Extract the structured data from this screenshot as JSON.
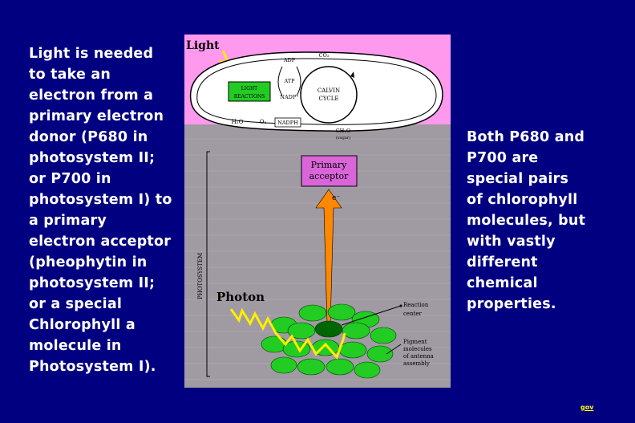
{
  "left_text": [
    "Light is needed",
    "to take an",
    "electron from a",
    "primary electron",
    "donor (P680 in",
    "photosystem II;",
    "or P700 in",
    "photosystem I) to",
    "a primary",
    "electron acceptor",
    "(pheophytin in",
    "photosystem II;",
    "or a special",
    "Chlorophyll a",
    "molecule in",
    "Photosystem I)."
  ],
  "right_text": [
    "Both P680 and",
    "P700 are",
    "special pairs",
    "of chlorophyll",
    "molecules, but",
    "with vastly",
    "different",
    "chemical",
    "properties."
  ],
  "figure": {
    "light": "Light",
    "adp": "ADP",
    "co2": "CO₂",
    "atp": "ATP",
    "nadp": "NADP⁺",
    "light_reactions_1": "LIGHT",
    "light_reactions_2": "REACTIONS",
    "calvin_1": "CALVIN",
    "calvin_2": "CYCLE",
    "h2o": "H₂O",
    "o2": "O₂",
    "nadph": "NADPH",
    "ch2o": "CH₂O",
    "sugar": "(sugar)",
    "primary_acceptor_1": "Primary",
    "primary_acceptor_2": "acceptor",
    "electron": "e⁻",
    "photosystem": "PHOTOSYSTEM",
    "photon": "Photon",
    "reaction_center_1": "Reaction",
    "reaction_center_2": "center",
    "pigment_1": "Pigment",
    "pigment_2": "molecules",
    "pigment_3": "of antenna",
    "pigment_4": "assembly"
  },
  "footer_link": "gov",
  "colors": {
    "background": "#000080",
    "pink": "#ff99ee",
    "gray_panel": "#a09aa3",
    "green": "#22cc22",
    "dark_green": "#006600",
    "acceptor_box": "#d966d9",
    "arrow": "#ff8800",
    "zigzag": "#ffee00"
  }
}
